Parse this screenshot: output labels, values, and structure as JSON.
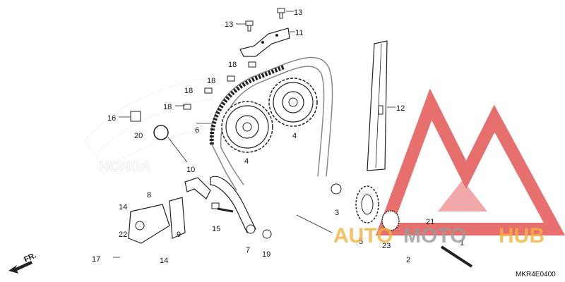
{
  "diagram": {
    "code": "MKR4E0400",
    "direction": "FR.",
    "callouts": [
      "1",
      "2",
      "3",
      "4",
      "4",
      "5",
      "6",
      "7",
      "8",
      "9",
      "10",
      "11",
      "12",
      "13",
      "13",
      "14",
      "14",
      "15",
      "16",
      "17",
      "18",
      "18",
      "18",
      "18",
      "19",
      "20",
      "21",
      "22",
      "23"
    ]
  },
  "brand_logo": "HONDA",
  "watermark": {
    "text_auto": "AUTO",
    "text_moto": "MOTO",
    "text_hub": "HUB",
    "color_primary": "#e0413f",
    "color_secondary": "#f5b13c",
    "color_text": "#9a9a9a"
  },
  "icons": [
    "fr-arrow-icon"
  ]
}
